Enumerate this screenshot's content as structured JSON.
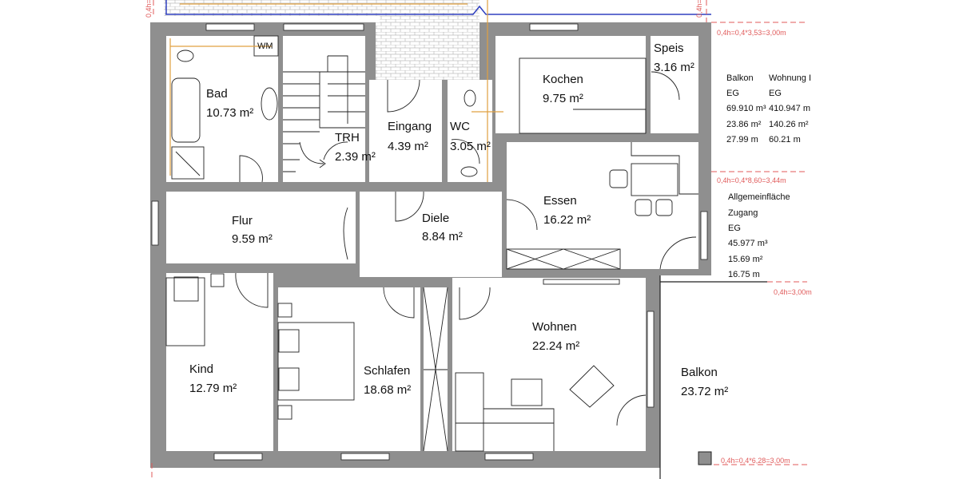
{
  "rooms": [
    {
      "name": "Bad",
      "area": "10.73 m²"
    },
    {
      "name": "TRH",
      "area": "2.39 m²"
    },
    {
      "name": "Eingang",
      "area": "4.39 m²"
    },
    {
      "name": "WC",
      "area": "3.05 m²"
    },
    {
      "name": "Kochen",
      "area": "9.75 m²"
    },
    {
      "name": "Speis",
      "area": "3.16 m²"
    },
    {
      "name": "Essen",
      "area": "16.22 m²"
    },
    {
      "name": "Flur",
      "area": "9.59 m²"
    },
    {
      "name": "Diele",
      "area": "8.84 m²"
    },
    {
      "name": "Kind",
      "area": "12.79 m²"
    },
    {
      "name": "Schlafen",
      "area": "18.68 m²"
    },
    {
      "name": "Wohnen",
      "area": "22.24 m²"
    },
    {
      "name": "Balkon",
      "area": "23.72 m²"
    }
  ],
  "fixtures": {
    "washing_machine": "WM"
  },
  "summary_table": {
    "col1": [
      "Balkon",
      "EG",
      "69.910 m³",
      "23.86 m²",
      "27.99 m"
    ],
    "col2": [
      "Wohnung I",
      "EG",
      "410.947 m",
      "140.26 m²",
      "60.21 m"
    ]
  },
  "common_area": [
    "Allgemeinfläche",
    "Zugang",
    "EG",
    "45.977 m³",
    "15.69 m²",
    "16.75 m"
  ],
  "dimensions": {
    "top": "0,4h=0,4*3,53=3,00m",
    "middle": "0,4h=0,4*8,60=3,44m",
    "balcony": "0,4h=3,00m",
    "bottom": "0,4h=0,4*6,28=3,00m",
    "vertical_left": "0,4h=",
    "vertical_right": "0,4h="
  },
  "colors": {
    "wall": "#8f8f8f",
    "dimension": "#e05a5a",
    "pipe": "#e0a040",
    "outline": "#3040c0"
  }
}
